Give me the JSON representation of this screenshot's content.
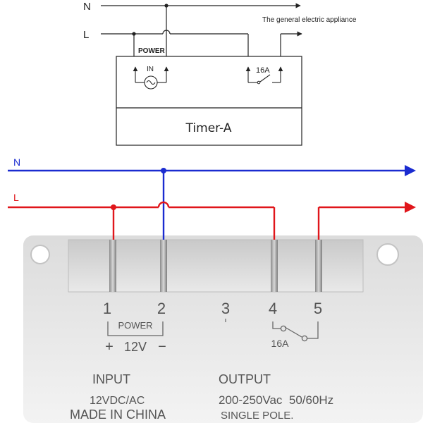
{
  "schematic": {
    "neutral_label": "N",
    "live_label": "L",
    "appliance_label": "The general electric appliance",
    "power_label": "POWER",
    "input_label": "IN",
    "relay_rating": "16A",
    "device_name": "Timer-A"
  },
  "wiring": {
    "neutral_label": "N",
    "live_label": "L",
    "neutral_color": "#1a2bd0",
    "live_color": "#e0161b"
  },
  "terminal_block": {
    "terminal_numbers": [
      "1",
      "2",
      "3",
      "4",
      "5"
    ],
    "power_label": "POWER",
    "polarity_plus": "+",
    "voltage": "12V",
    "polarity_minus": "−",
    "relay_rating": "16A",
    "input_title": "INPUT",
    "input_spec": "12VDC/AC",
    "origin": "MADE IN CHINA",
    "output_title": "OUTPUT",
    "output_spec": "200-250Vac  50/60Hz",
    "output_pole": "SINGLE POLE."
  }
}
